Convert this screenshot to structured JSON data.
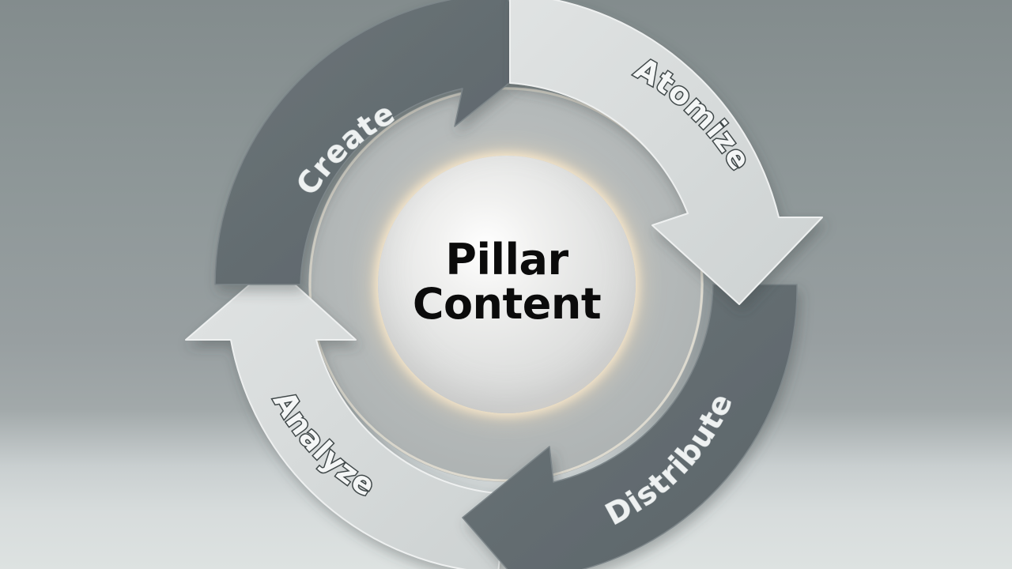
{
  "diagram": {
    "type": "cycle",
    "center": {
      "line1": "Pillar",
      "line2": "Content"
    },
    "stages": [
      {
        "label": "Create",
        "position": "top-left",
        "tone": "dark",
        "arrow_direction": "clockwise"
      },
      {
        "label": "Atomize",
        "position": "top-right",
        "tone": "light",
        "arrow_direction": "clockwise"
      },
      {
        "label": "Distribute",
        "position": "bottom-right",
        "tone": "dark",
        "arrow_direction": "clockwise"
      },
      {
        "label": "Analyze",
        "position": "bottom-left",
        "tone": "light",
        "arrow_direction": "clockwise"
      }
    ],
    "colors": {
      "dark_segment": "#636c70",
      "light_segment": "#d4d8d8",
      "inner_ring": "#b6bbbb",
      "center_text": "#0b0b0b",
      "glow": "#f5e2c0",
      "background_top": "#838c8d",
      "background_bottom": "#dde2e1"
    }
  }
}
